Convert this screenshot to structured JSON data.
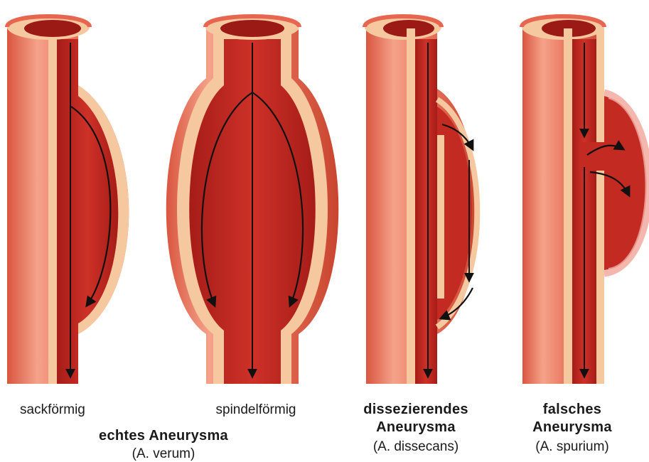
{
  "labels": {
    "sack": "sackförmig",
    "spindle": "spindelförmig",
    "true_title": "echtes Aneurysma",
    "true_sub": "(A. verum)",
    "dissect_title_1": "dissezierendes",
    "dissect_title_2": "Aneurysma",
    "dissect_sub": "(A. dissecans)",
    "false_title_1": "falsches",
    "false_title_2": "Aneurysma",
    "false_sub": "(A. spurium)"
  },
  "colors": {
    "outer_wall": "#e66650",
    "outer_wall_highlight": "#f2a08a",
    "intima": "#f6c8a0",
    "lumen": "#c22a22",
    "lumen_dark": "#9c1a16",
    "arrow": "#111111",
    "false_sac_rim": "#f3b7ae"
  },
  "icons": [
    "flow-arrow",
    "artery-segment",
    "aneurysm-sac"
  ]
}
